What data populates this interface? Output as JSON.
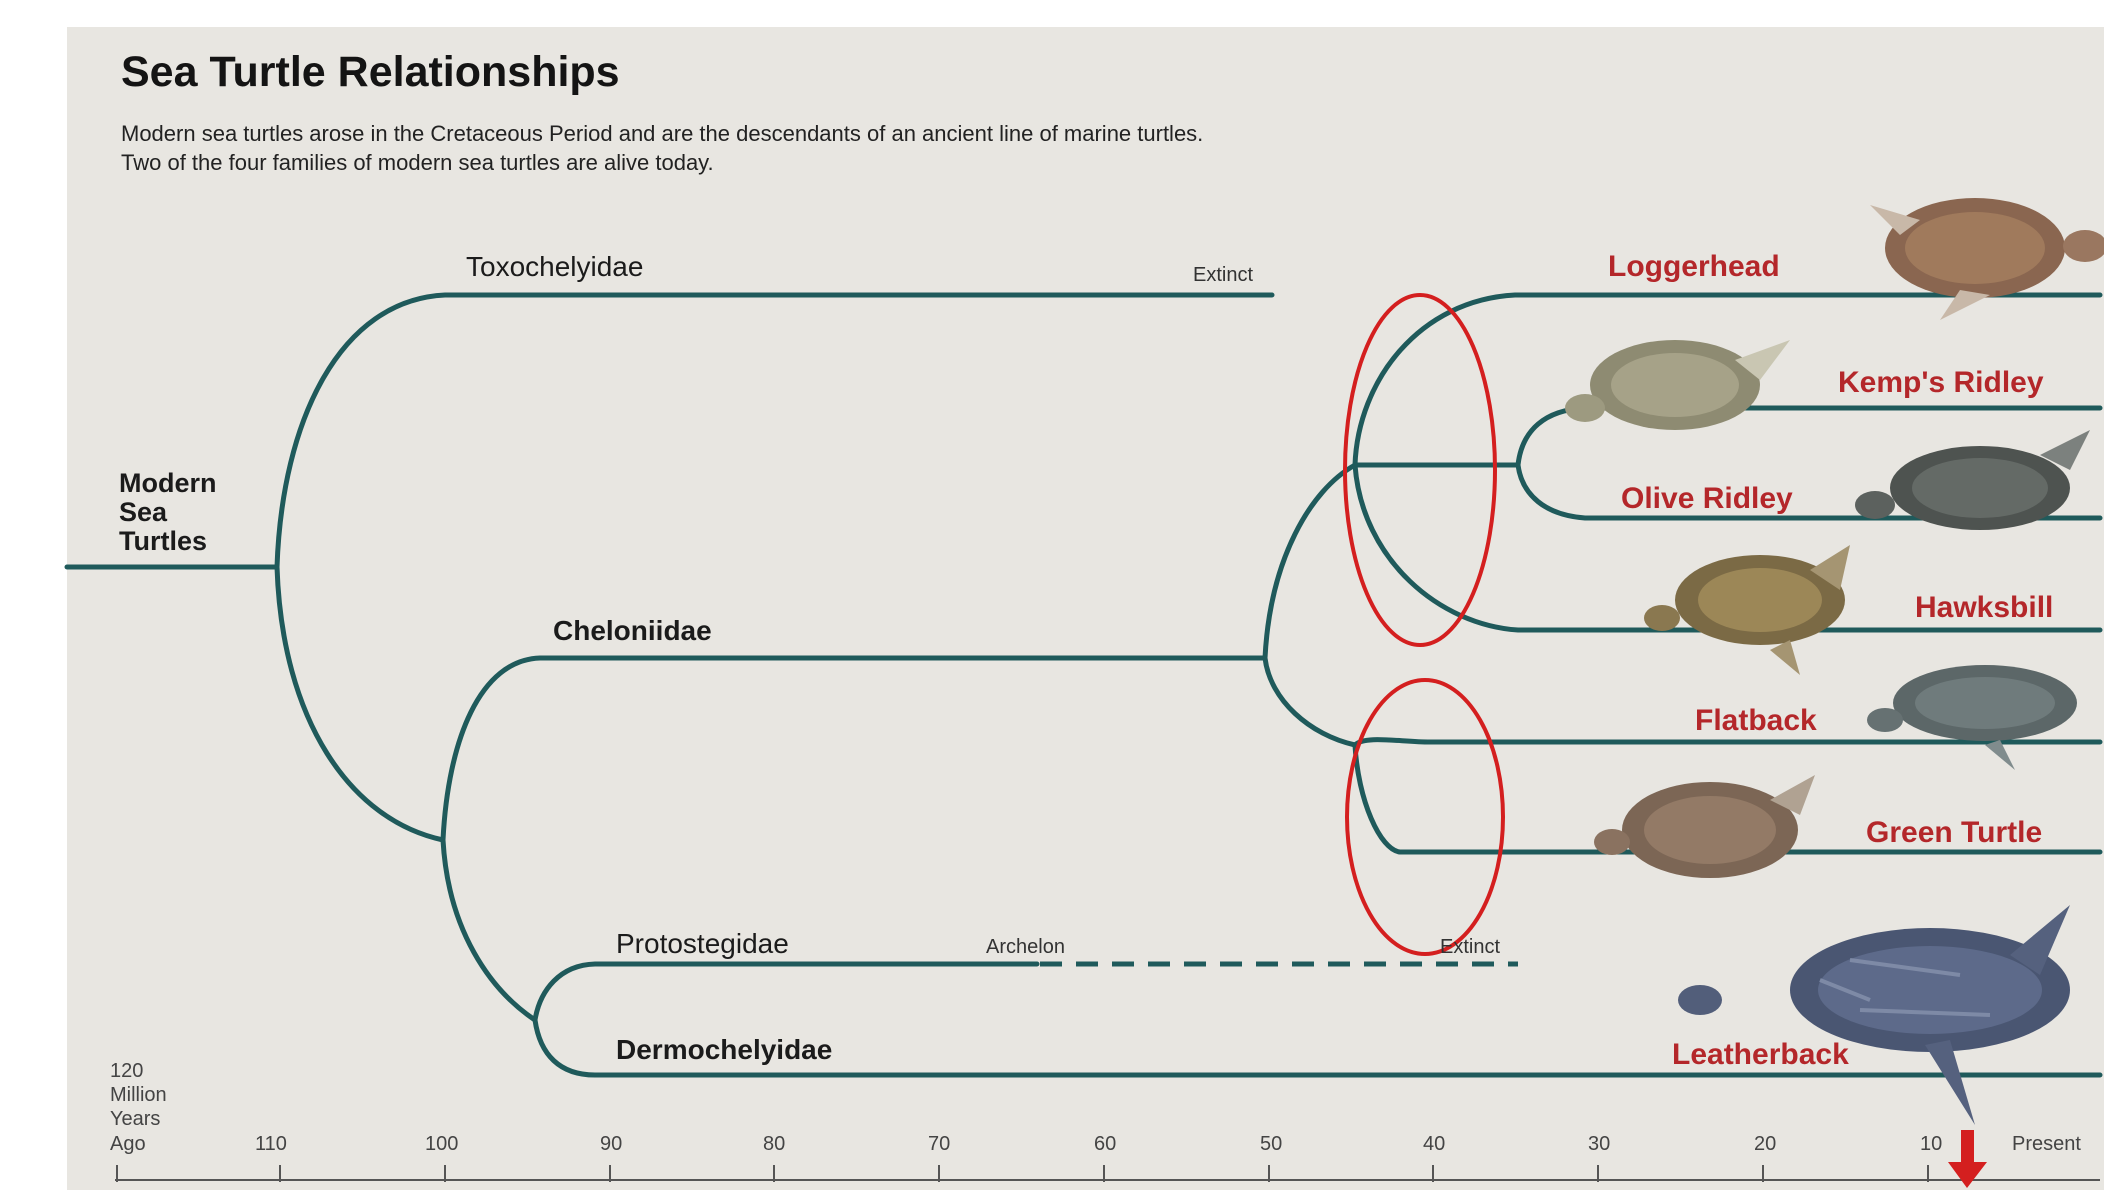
{
  "title": "Sea Turtle Relationships",
  "subtitle_lines": [
    "Modern sea turtles arose in the Cretaceous Period and are the descendants of an ancient line of marine turtles.",
    "Two of the four families of modern sea turtles are alive today."
  ],
  "root_label": [
    "Modern",
    "Sea",
    "Turtles"
  ],
  "families": {
    "toxochelyidae": "Toxochelyidae",
    "cheloniidae": "Cheloniidae",
    "protostegidae": "Protostegidae",
    "dermochelyidae": "Dermochelyidae"
  },
  "annotations": {
    "toxo_extinct": "Extinct",
    "archelon": "Archelon",
    "proto_extinct": "Extinct"
  },
  "species": {
    "loggerhead": "Loggerhead",
    "kemps_ridley": "Kemp's Ridley",
    "olive_ridley": "Olive Ridley",
    "hawksbill": "Hawksbill",
    "flatback": "Flatback",
    "green_turtle": "Green Turtle",
    "leatherback": "Leatherback"
  },
  "axis": {
    "start_label": [
      "120",
      "Million",
      "Years",
      "Ago"
    ],
    "ticks": [
      "110",
      "100",
      "90",
      "80",
      "70",
      "60",
      "50",
      "40",
      "30",
      "20",
      "10"
    ],
    "end_label": "Present"
  },
  "colors": {
    "branch": "#1f5a5b",
    "species_label": "#b4272a",
    "highlight": "#d41f1f",
    "background": "#e8e6e1"
  },
  "icons": [
    "turtle-illustration",
    "marker-arrow-down",
    "highlight-ellipse"
  ]
}
